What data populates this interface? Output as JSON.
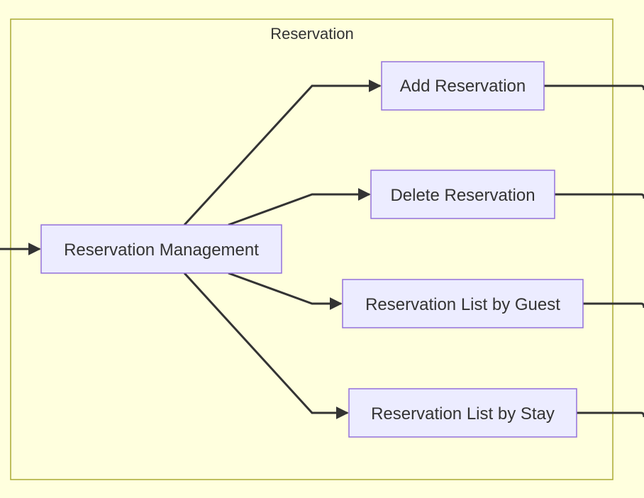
{
  "cluster": {
    "label": "Reservation"
  },
  "nodes": {
    "management": {
      "label": "Reservation Management"
    },
    "add": {
      "label": "Add Reservation"
    },
    "delete": {
      "label": "Delete Reservation"
    },
    "by_guest": {
      "label": "Reservation List by Guest"
    },
    "by_stay": {
      "label": "Reservation List by Stay"
    }
  },
  "colors": {
    "background": "#ffffde",
    "cluster_border": "#aaaa33",
    "node_fill": "#ececff",
    "node_border": "#9370db",
    "edge": "#333333",
    "text": "#333333"
  }
}
